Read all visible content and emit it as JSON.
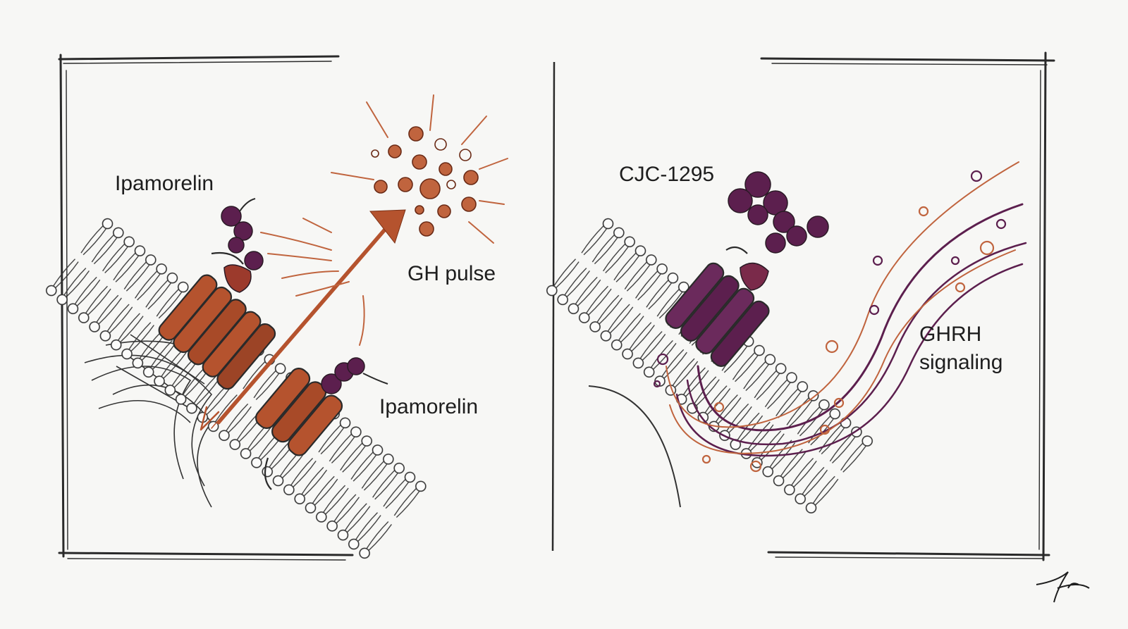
{
  "left_panel": {
    "label_top": "Ipamorelin",
    "label_bottom": "Ipamorelin",
    "label_pulse": "GH pulse"
  },
  "right_panel": {
    "label_peptide": "CJC-1295",
    "label_signal_line1": "GHRH",
    "label_signal_line2": "signaling"
  },
  "colors": {
    "ink": "#2a2a2a",
    "receptor_orange": "#b5532e",
    "pulse_orange": "#c0643e",
    "peptide_purple": "#5c1f4e",
    "receptor_purple": "#6b2a5c",
    "background": "#f7f7f5"
  }
}
